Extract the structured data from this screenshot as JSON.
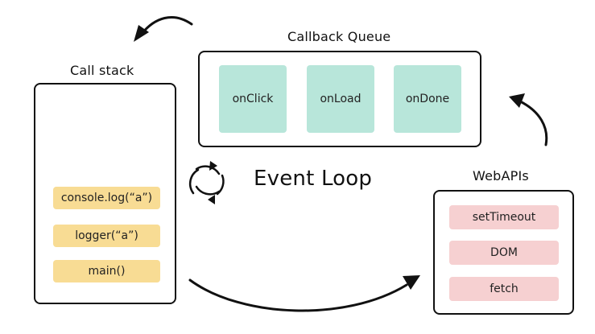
{
  "callback_queue": {
    "title": "Callback Queue",
    "items": [
      "onClick",
      "onLoad",
      "onDone"
    ]
  },
  "call_stack": {
    "title": "Call stack",
    "frames": [
      "console.log(“a”)",
      "logger(“a”)",
      "main()"
    ]
  },
  "event_loop": {
    "label": "Event Loop"
  },
  "web_apis": {
    "title": "WebAPIs",
    "items": [
      "setTimeout",
      "DOM",
      "fetch"
    ]
  },
  "colors": {
    "queue_tile": "#b8e6da",
    "stack_tile": "#f8dc94",
    "api_tile": "#f6d0d1",
    "stroke": "#111111"
  }
}
